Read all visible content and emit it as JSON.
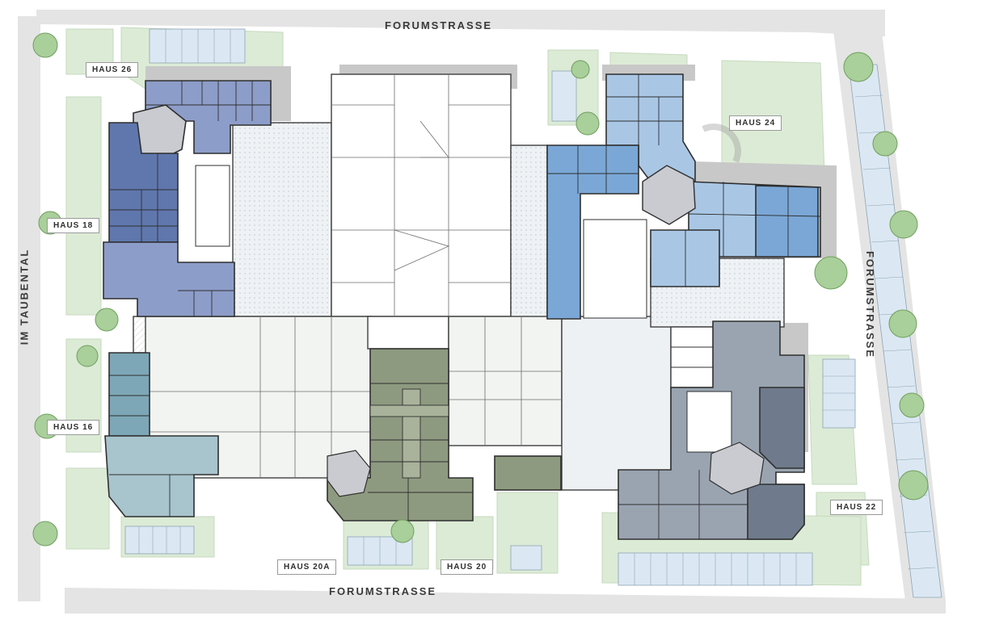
{
  "streets": {
    "top": "FORUMSTRASSE",
    "bottom": "FORUMSTRASSE",
    "right": "FORUMSTRASSE",
    "left": "IM TAUBENTAL"
  },
  "buildings": {
    "haus_26": "HAUS 26",
    "haus_24": "HAUS 24",
    "haus_18": "HAUS 18",
    "haus_16": "HAUS 16",
    "haus_22": "HAUS 22",
    "haus_20a": "HAUS 20A",
    "haus_20": "HAUS 20"
  },
  "colors": {
    "street": "#e4e4e4",
    "green_space": "#dcebd6",
    "tree": "#a9cf9a",
    "parking": "#dbe8f3",
    "shadow": "#c8c8c8",
    "haus_26": "#8d9dc9",
    "haus_18": "#5f77ad",
    "haus_24": "#a9c7e5",
    "haus_24_dark": "#7aa7d6",
    "haus_16": "#7da7b7",
    "haus_16_light": "#a8c4cd",
    "haus_20": "#8e9a80",
    "haus_22": "#9aa4b1",
    "haus_22_dark": "#6f7b8c",
    "common_area": "#eef1f4"
  }
}
